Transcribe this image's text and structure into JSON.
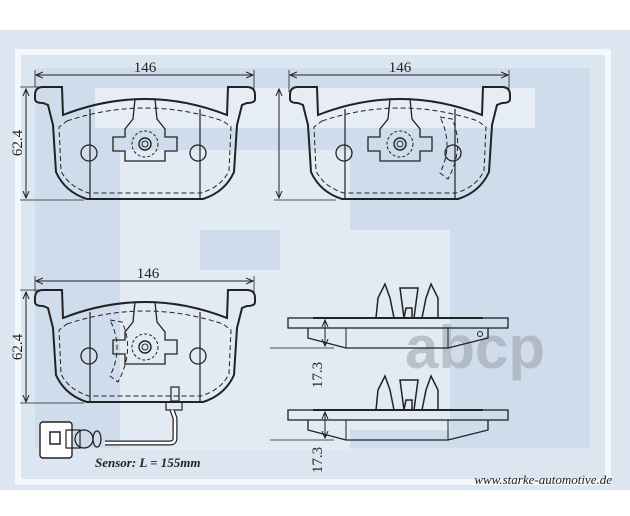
{
  "drawing": {
    "dimensions": {
      "width_top_left": "146",
      "width_top_right": "146",
      "width_bottom": "146",
      "height_top": "62.4",
      "height_bottom": "62.4",
      "thickness_1": "17.3",
      "thickness_2": "17.3"
    },
    "sensor_note": "Sensor: L = 155mm",
    "website": "www.starke-automotive.de",
    "watermark": "abcp",
    "colors": {
      "background": "#dce6f1",
      "logo": "#c4d3e6",
      "line": "#222222"
    }
  }
}
